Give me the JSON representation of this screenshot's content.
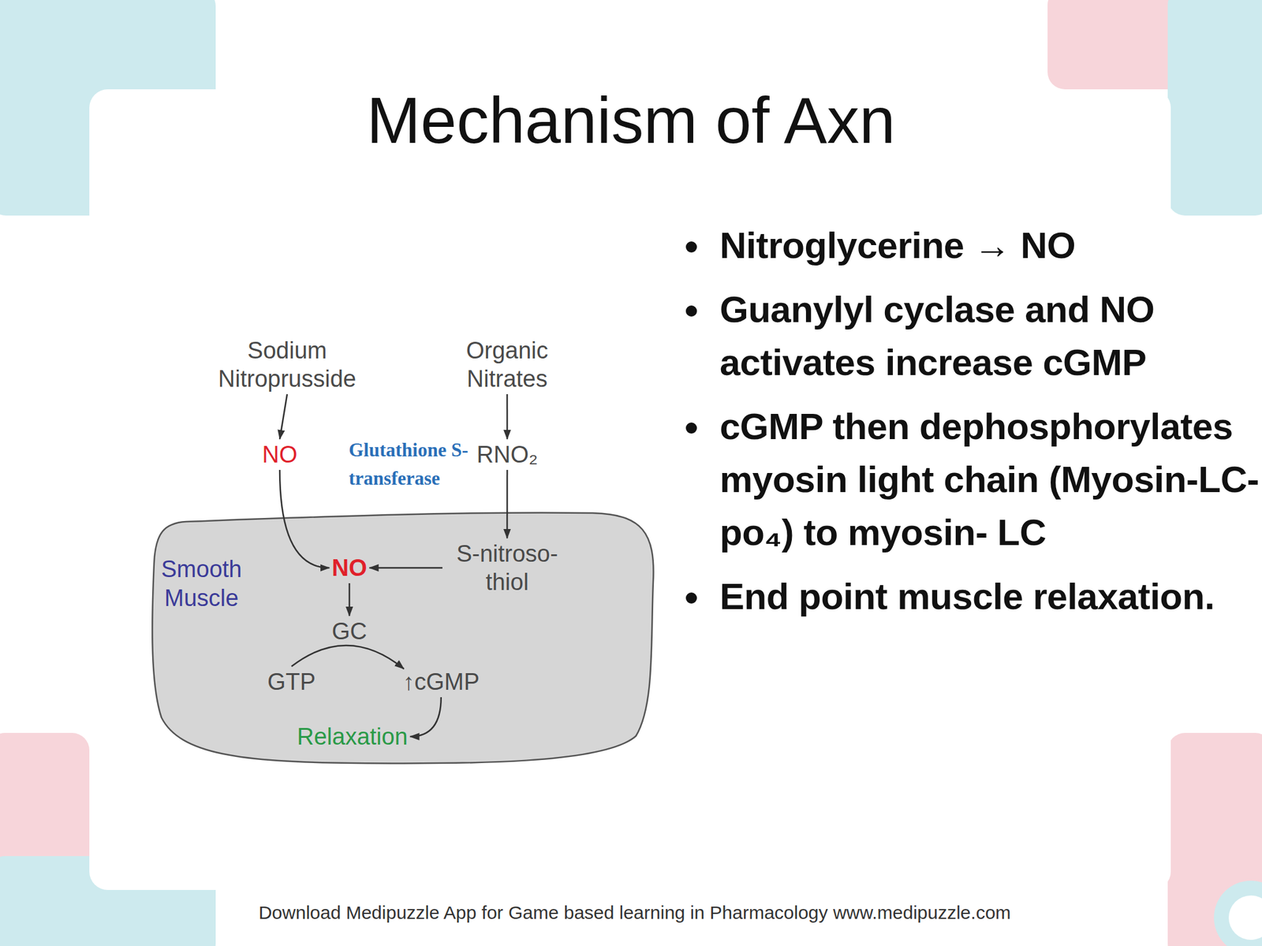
{
  "diagram": {
    "title": "Mechanism of Axn",
    "nodes": [
      {
        "text": [
          "Sodium Nitroprusside"
        ]
      },
      {
        "text": [
          "Organic Nitrates"
        ]
      },
      {
        "text": [
          "NO"
        ]
      },
      {
        "text": [
          "RNO₂"
        ]
      },
      {
        "text": [
          "Smooth Muscle"
        ]
      },
      {
        "text": [
          "NO"
        ],
        "in": 4
      },
      {
        "text": [
          "S-nitroso- thiol"
        ],
        "in": 4
      },
      {
        "text": [
          "GC"
        ],
        "in": 4
      },
      {
        "text": [
          "GTP"
        ],
        "in": 4
      },
      {
        "text": [
          "↑cGMP"
        ],
        "in": 4
      },
      {
        "text": [
          "Relaxation"
        ],
        "in": 4
      }
    ],
    "edges": [
      {
        "from": 0,
        "to": 2,
        "arrow": "to"
      },
      {
        "from": 1,
        "to": 3,
        "arrow": "to"
      },
      {
        "from": 3,
        "to": 6,
        "label": "Glutathione S-transferase",
        "arrow": "to"
      },
      {
        "from": 2,
        "to": 5,
        "arrow": "to"
      },
      {
        "from": 6,
        "to": 5,
        "arrow": "to"
      },
      {
        "from": 5,
        "to": 7,
        "arrow": "to"
      },
      {
        "from": 8,
        "to": 9,
        "arrow": "to"
      },
      {
        "from": 9,
        "to": 10,
        "arrow": "to"
      }
    ],
    "labels": [
      "Nitroglycerine → NO",
      "Guanylyl cyclase and NO activates increase cGMP",
      "cGMP then dephosphorylates myosin light chain (Myosin-LC-po₄) to myosin- LC",
      "End point muscle relaxation.",
      "Download Medipuzzle App for Game based learning in Pharmacology  www.medipuzzle.com"
    ]
  }
}
